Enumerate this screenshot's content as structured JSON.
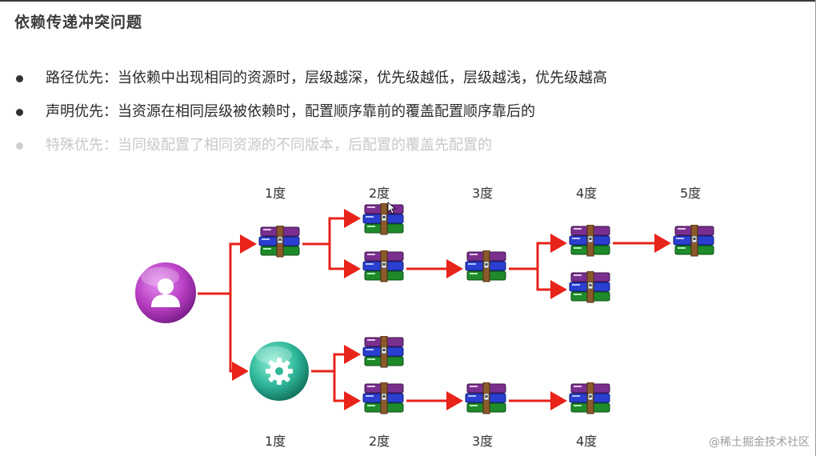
{
  "title": "依赖传递冲突问题",
  "bullets": [
    {
      "text": "路径优先：当依赖中出现相同的资源时，层级越深，优先级越低，层级越浅，优先级越高",
      "faded": false
    },
    {
      "text": "声明优先：当资源在相同层级被依赖时，配置顺序靠前的覆盖配置顺序靠后的",
      "faded": false
    },
    {
      "text": "特殊优先：当同级配置了相同资源的不同版本，后配置的覆盖先配置的",
      "faded": true
    }
  ],
  "degree_labels_top": [
    "1度",
    "2度",
    "3度",
    "4度",
    "5度"
  ],
  "degree_labels_bottom": [
    "1度",
    "2度",
    "3度",
    "4度"
  ],
  "watermark": "@稀土掘金技术社区",
  "colors": {
    "arrow": "#e8231a",
    "user_node": "#b93fc4",
    "gear_node": "#2fb79a",
    "archive_top": "#7a2f8f",
    "archive_mid": "#2a3fd0",
    "archive_bottom": "#1e8a2a",
    "strap": "#8b5a2b"
  },
  "icons": {
    "root_user": "user-icon",
    "root_module": "gear-icon",
    "dependency": "archive-icon"
  }
}
